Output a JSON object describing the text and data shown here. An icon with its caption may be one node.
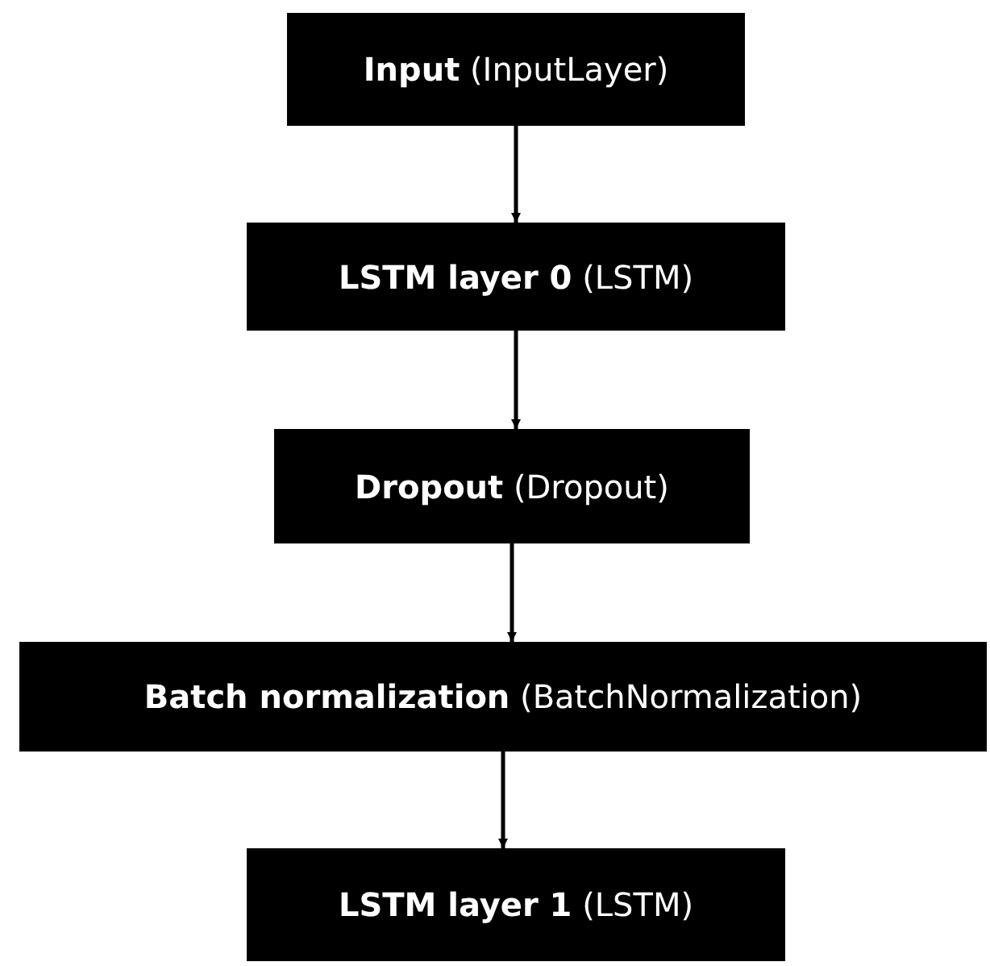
{
  "diagram": {
    "nodes": [
      {
        "text": [
          "**Input** (InputLayer)"
        ]
      },
      {
        "text": [
          "**LSTM layer 0** (LSTM)"
        ]
      },
      {
        "text": [
          "**Dropout** (Dropout)"
        ]
      },
      {
        "text": [
          "**Batch normalization** (BatchNormalization)"
        ]
      },
      {
        "text": [
          "**LSTM layer 1** (LSTM)"
        ]
      }
    ],
    "edges": [
      {
        "from": 0,
        "to": 1,
        "arrow": "to"
      },
      {
        "from": 1,
        "to": 2,
        "arrow": "to"
      },
      {
        "from": 2,
        "to": 3,
        "arrow": "to"
      },
      {
        "from": 3,
        "to": 4,
        "arrow": "to"
      }
    ]
  }
}
